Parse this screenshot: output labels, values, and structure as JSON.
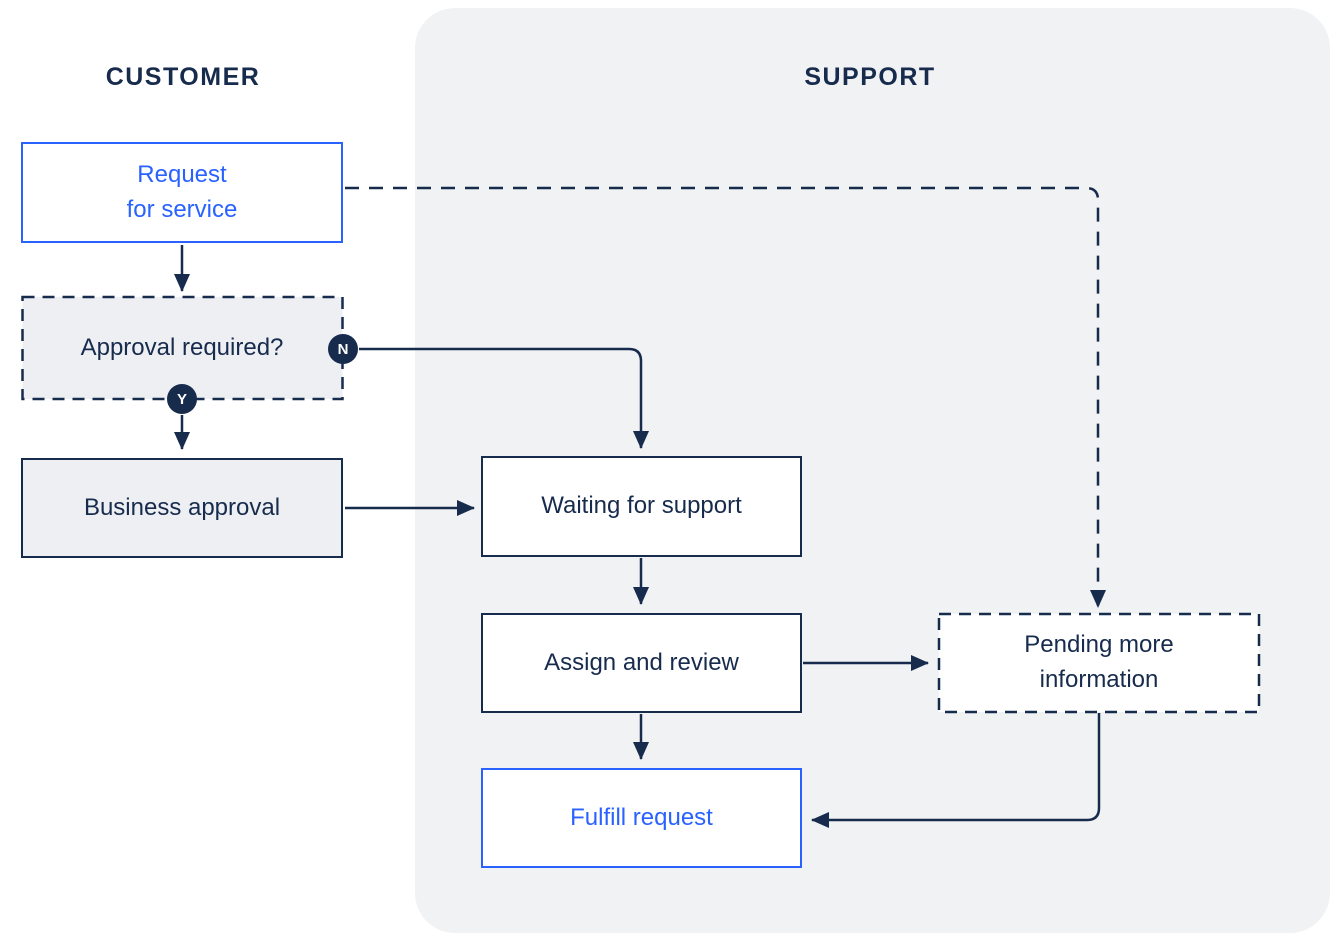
{
  "diagram": {
    "lanes": [
      {
        "id": "customer",
        "label": "CUSTOMER"
      },
      {
        "id": "support",
        "label": "SUPPORT"
      }
    ],
    "nodes": {
      "request": {
        "label": "Request\nfor service",
        "style": "blue-outline"
      },
      "approval": {
        "label": "Approval required?",
        "style": "dashed-gray"
      },
      "business": {
        "label": "Business approval",
        "style": "solid-gray"
      },
      "waiting": {
        "label": "Waiting for support",
        "style": "solid-white"
      },
      "assign": {
        "label": "Assign and review",
        "style": "solid-white"
      },
      "pending": {
        "label": "Pending more\ninformation",
        "style": "dashed-white"
      },
      "fulfill": {
        "label": "Fulfill request",
        "style": "blue-outline"
      }
    },
    "badges": {
      "no": "N",
      "yes": "Y"
    },
    "edges": [
      {
        "from": "request",
        "to": "approval",
        "style": "solid"
      },
      {
        "from": "approval",
        "to": "waiting",
        "style": "solid",
        "label": "N"
      },
      {
        "from": "approval",
        "to": "business",
        "style": "solid",
        "label": "Y"
      },
      {
        "from": "business",
        "to": "waiting",
        "style": "solid"
      },
      {
        "from": "waiting",
        "to": "assign",
        "style": "solid"
      },
      {
        "from": "assign",
        "to": "pending",
        "style": "solid"
      },
      {
        "from": "assign",
        "to": "fulfill",
        "style": "solid"
      },
      {
        "from": "request",
        "to": "pending",
        "style": "dashed"
      },
      {
        "from": "pending",
        "to": "fulfill",
        "style": "solid"
      }
    ],
    "colors": {
      "navy": "#172B4D",
      "blue": "#2962FF",
      "lane_background": "#F1F2F4",
      "gray_box_fill": "#EDEFF3",
      "white": "#FFFFFF"
    }
  }
}
